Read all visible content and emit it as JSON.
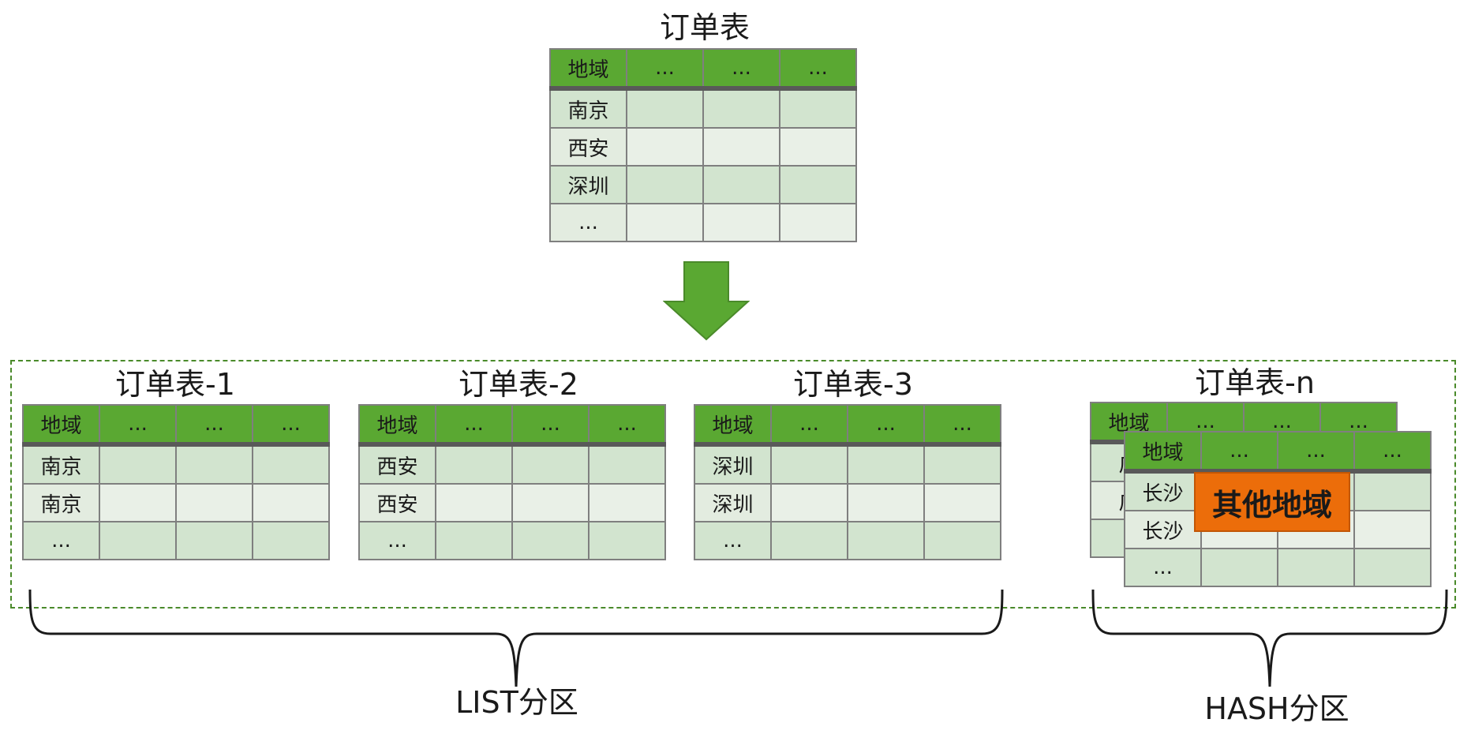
{
  "main_table": {
    "title": "订单表",
    "header": [
      "地域",
      "...",
      "...",
      "..."
    ],
    "rows": [
      [
        "南京",
        "",
        "",
        ""
      ],
      [
        "西安",
        "",
        "",
        ""
      ],
      [
        "深圳",
        "",
        "",
        ""
      ],
      [
        "...",
        "",
        "",
        ""
      ]
    ]
  },
  "partitions": [
    {
      "title": "订单表-1",
      "header": [
        "地域",
        "...",
        "...",
        "..."
      ],
      "rows": [
        [
          "南京",
          "",
          "",
          ""
        ],
        [
          "南京",
          "",
          "",
          ""
        ],
        [
          "...",
          "",
          "",
          ""
        ]
      ]
    },
    {
      "title": "订单表-2",
      "header": [
        "地域",
        "...",
        "...",
        "..."
      ],
      "rows": [
        [
          "西安",
          "",
          "",
          ""
        ],
        [
          "西安",
          "",
          "",
          ""
        ],
        [
          "...",
          "",
          "",
          ""
        ]
      ]
    },
    {
      "title": "订单表-3",
      "header": [
        "地域",
        "...",
        "...",
        "..."
      ],
      "rows": [
        [
          "深圳",
          "",
          "",
          ""
        ],
        [
          "深圳",
          "",
          "",
          ""
        ],
        [
          "...",
          "",
          "",
          ""
        ]
      ]
    }
  ],
  "hash_partition": {
    "title": "订单表-n",
    "back_table": {
      "header": [
        "地域",
        "...",
        "...",
        "..."
      ],
      "rows": [
        [
          "广",
          "",
          "",
          ""
        ],
        [
          "广",
          "",
          "",
          ""
        ],
        [
          "",
          "",
          "",
          ""
        ]
      ]
    },
    "front_table": {
      "header": [
        "地域",
        "...",
        "...",
        "..."
      ],
      "rows": [
        [
          "长沙",
          "",
          "",
          ""
        ],
        [
          "长沙",
          "",
          "",
          ""
        ],
        [
          "...",
          "",
          "",
          ""
        ]
      ]
    },
    "other_label": "其他地域"
  },
  "labels": {
    "list_partition": "LIST分区",
    "hash_partition": "HASH分区"
  },
  "colors": {
    "header_green": "#5aa832",
    "row_light_green": "#d2e4cf",
    "row_pale_green": "#e9f0e7",
    "arrow_green": "#5aa832",
    "dashed_border": "#4a8a2a",
    "other_orange": "#ec6d0a"
  }
}
